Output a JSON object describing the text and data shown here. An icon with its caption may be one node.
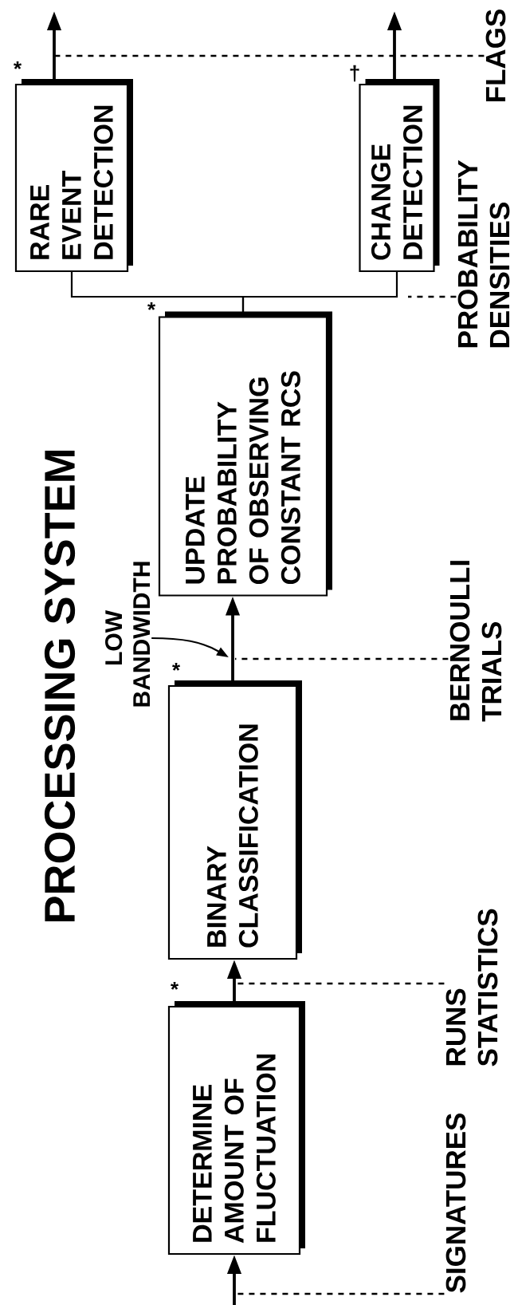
{
  "diagram": {
    "title": "PROCESSING SYSTEM",
    "nodes": [
      {
        "text": [
          "DETERMINE AMOUNT OF FLUCTUATION"
        ],
        "beside": [
          "*"
        ]
      },
      {
        "text": [
          "BINARY CLASSIFICATION"
        ],
        "beside": [
          "*"
        ]
      },
      {
        "text": [
          "UPDATE PROBABILITY OF OBSERVING CONSTANT RCS"
        ],
        "beside": [
          "*"
        ]
      },
      {
        "text": [
          "RARE EVENT DETECTION"
        ],
        "beside": [
          "*"
        ]
      },
      {
        "text": [
          "CHANGE DETECTION"
        ],
        "beside": [
          "†"
        ]
      },
      {
        "text": [
          "LOW BANDWIDTH"
        ]
      },
      {
        "text": [
          "SIGNATURES"
        ]
      },
      {
        "text": [
          "RUNS STATISTICS"
        ]
      },
      {
        "text": [
          "BERNOULLI TRIALS"
        ]
      },
      {
        "text": [
          "PROBABILITY DENSITIES"
        ]
      },
      {
        "text": [
          "FLAGS"
        ]
      }
    ],
    "edges": [
      {
        "from": null,
        "to": 0,
        "arrow": "to"
      },
      {
        "from": 0,
        "to": 1,
        "arrow": "to"
      },
      {
        "from": 1,
        "to": 2,
        "arrow": "to"
      },
      {
        "from": 2,
        "to": 3,
        "arrow": "none"
      },
      {
        "from": 2,
        "to": 4,
        "arrow": "none"
      },
      {
        "from": 3,
        "to": null,
        "arrow": "to"
      },
      {
        "from": 4,
        "to": null,
        "arrow": "to"
      },
      {
        "from": 5,
        "to": null,
        "arrow": "to"
      },
      {
        "from": 6,
        "to": null,
        "arrow": "none",
        "style": "dashed"
      },
      {
        "from": 7,
        "to": null,
        "arrow": "none",
        "style": "dashed"
      },
      {
        "from": 8,
        "to": null,
        "arrow": "none",
        "style": "dashed"
      },
      {
        "from": 9,
        "to": null,
        "arrow": "none",
        "style": "dashed"
      },
      {
        "from": 10,
        "to": null,
        "arrow": "none",
        "style": "dashed"
      }
    ]
  }
}
